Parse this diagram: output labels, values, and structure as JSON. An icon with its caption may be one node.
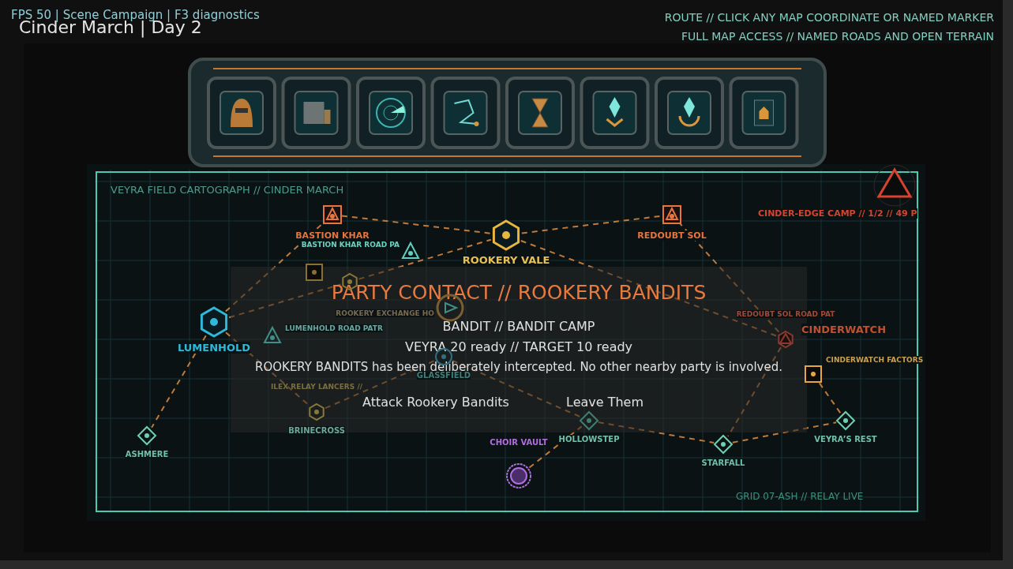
{
  "diagram": {
    "title": "Cinder March  |  Day 2",
    "nodes": [
      {
        "text": [
          "BASTION KHAR"
        ]
      },
      {
        "text": [
          "BASTION KHAR ROAD PA"
        ]
      },
      {
        "text": [
          "ROOKERY VALE"
        ]
      },
      {
        "text": [
          "REDOUBT SOL"
        ]
      },
      {
        "text": [
          "CINDER-EDGE CAMP // 1/2 // 49 P"
        ]
      },
      {
        "text": [
          "LUMENHOLD ROAD PATR"
        ]
      },
      {
        "text": [
          "LUMENHOLD"
        ]
      },
      {
        "text": [
          "REDOUBT SOL ROAD PAT",
          "CINDERWATCH"
        ]
      },
      {
        "text": [
          "CINDERWATCH FACTORS"
        ]
      },
      {
        "text": [
          "GLASSFIELD"
        ]
      },
      {
        "text": [
          "BRINECROSS"
        ],
        "beside": [
          "ILEX RELAY LANCERS //"
        ]
      },
      {
        "text": [
          "ASHMERE"
        ]
      },
      {
        "text": [
          "HOLLOWSTEP"
        ]
      },
      {
        "text": [
          "CHOIR VAULT"
        ]
      },
      {
        "text": [
          "STARFALL"
        ]
      },
      {
        "text": [
          "VEYRA’S REST"
        ]
      },
      {
        "text": [],
        "shape": "hexagon"
      },
      {
        "text": [],
        "shape": "box"
      },
      {
        "text": [
          "ROOKERY EXCHANGE HO"
        ]
      }
    ],
    "edges": [
      {
        "from": 6,
        "to": 0,
        "arrow": "none"
      },
      {
        "from": 0,
        "to": 2,
        "arrow": "none"
      },
      {
        "from": 2,
        "to": 3,
        "arrow": "none"
      },
      {
        "from": 6,
        "to": 16,
        "arrow": "none"
      },
      {
        "from": 16,
        "to": 2,
        "arrow": "none"
      },
      {
        "from": 6,
        "to": 11,
        "arrow": "none"
      },
      {
        "from": 6,
        "to": 10,
        "arrow": "none"
      },
      {
        "from": 10,
        "to": 9,
        "arrow": "none"
      },
      {
        "from": 2,
        "to": 7,
        "arrow": "none"
      },
      {
        "from": 3,
        "to": 7,
        "arrow": "none"
      },
      {
        "from": 7,
        "to": 14,
        "arrow": "none"
      },
      {
        "from": 9,
        "to": 12,
        "arrow": "none"
      },
      {
        "from": 12,
        "to": 14,
        "arrow": "none"
      },
      {
        "from": 14,
        "to": 15,
        "arrow": "none"
      },
      {
        "from": 15,
        "to": 8,
        "arrow": "none"
      },
      {
        "from": 13,
        "to": 12,
        "arrow": "none"
      }
    ],
    "labels": [
      "FPS 50 | Scene Campaign | F3 diagnostics",
      "ROUTE // CLICK ANY MAP COORDINATE OR NAMED MARKER",
      "FULL MAP ACCESS // NAMED ROADS AND OPEN TERRAIN",
      "VEYRA FIELD CARTOGRAPH // CINDER MARCH",
      "PARTY CONTACT // ROOKERY BANDITS",
      "BANDIT // BANDIT CAMP",
      "VEYRA 20 ready  //  TARGET 10 ready",
      "ROOKERY BANDITS has been deliberately intercepted. No other nearby party is involved.",
      "Attack Rookery Bandits",
      "Leave Them",
      "GRID 07-ASH // RELAY LIVE"
    ]
  }
}
